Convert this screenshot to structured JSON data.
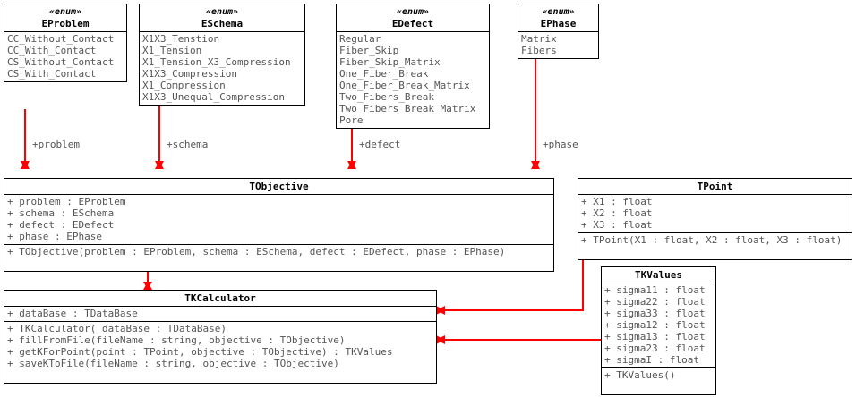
{
  "diagram": {
    "kind": "uml-class-diagram",
    "accent_color": "#ff0000",
    "line_color": "#000000",
    "text_color": "#555555"
  },
  "classes": {
    "eproblem": {
      "stereotype": "«enum»",
      "name": "EProblem",
      "literals": [
        "CC_Without_Contact",
        "CC_With_Contact",
        "CS_Without_Contact",
        "CS_With_Contact"
      ]
    },
    "eschema": {
      "stereotype": "«enum»",
      "name": "ESchema",
      "literals": [
        "X1X3_Tenstion",
        "X1_Tension",
        "X1_Tension_X3_Compression",
        "X1X3_Compression",
        "X1_Compression",
        "X1X3_Unequal_Compression"
      ]
    },
    "edefect": {
      "stereotype": "«enum»",
      "name": "EDefect",
      "literals": [
        "Regular",
        "Fiber_Skip",
        "Fiber_Skip_Matrix",
        "One_Fiber_Break",
        "One_Fiber_Break_Matrix",
        "Two_Fibers_Break",
        "Two_Fibers_Break_Matrix",
        "Pore"
      ]
    },
    "ephase": {
      "stereotype": "«enum»",
      "name": "EPhase",
      "literals": [
        "Matrix",
        "Fibers"
      ]
    },
    "tobjective": {
      "name": "TObjective",
      "attributes": [
        "+ problem : EProblem",
        "+ schema : ESchema",
        "+ defect : EDefect",
        "+ phase : EPhase"
      ],
      "operations": [
        "+ TObjective(problem : EProblem, schema : ESchema, defect : EDefect, phase : EPhase)"
      ]
    },
    "tpoint": {
      "name": "TPoint",
      "attributes": [
        "+ X1 : float",
        "+ X2 : float",
        "+ X3 : float"
      ],
      "operations": [
        "+ TPoint(X1 : float, X2 : float, X3 : float)"
      ]
    },
    "tkvalues": {
      "name": "TKValues",
      "attributes": [
        "+ sigma11 : float",
        "+ sigma22 : float",
        "+ sigma33 : float",
        "+ sigma12 : float",
        "+ sigma13 : float",
        "+ sigma23 : float",
        "+ sigmaI : float"
      ],
      "operations": [
        "+ TKValues()"
      ]
    },
    "tkcalculator": {
      "name": "TKCalculator",
      "attributes": [
        "+ dataBase : TDataBase"
      ],
      "operations": [
        "+ TKCalculator(_dataBase : TDataBase)",
        "+ fillFromFile(fileName : string, objective : TObjective)",
        "+ getKForPoint(point : TPoint, objective : TObjective) : TKValues",
        "+ saveKToFile(fileName : string, objective : TObjective)"
      ]
    }
  },
  "edges": {
    "problem": {
      "label": "+problem"
    },
    "schema": {
      "label": "+schema"
    },
    "defect": {
      "label": "+defect"
    },
    "phase": {
      "label": "+phase"
    }
  }
}
